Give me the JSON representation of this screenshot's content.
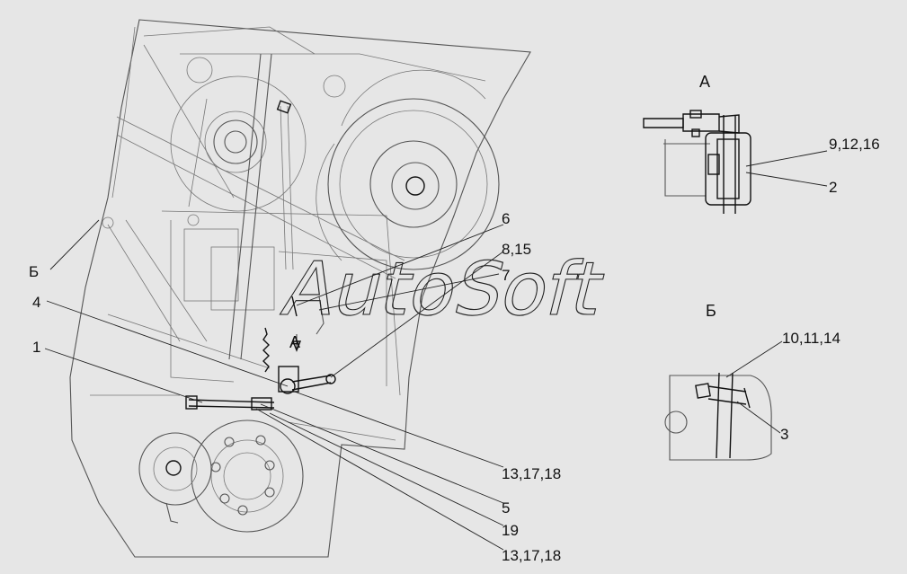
{
  "watermark": "AutoSoft",
  "views": {
    "a": "А",
    "b": "Б",
    "a_arrow": "А"
  },
  "callouts": {
    "c1": "1",
    "c4": "4",
    "c6": "6",
    "c7": "7",
    "c8_15": "8,15",
    "c5": "5",
    "c19": "19",
    "c13a": "13,17,18",
    "c13b": "13,17,18",
    "c9_12_16": "9,12,16",
    "c2": "2",
    "c10_11_14": "10,11,14",
    "c3": "3",
    "cB": "Б"
  },
  "colors": {
    "background": "#e6e6e6",
    "line": "#111111"
  }
}
